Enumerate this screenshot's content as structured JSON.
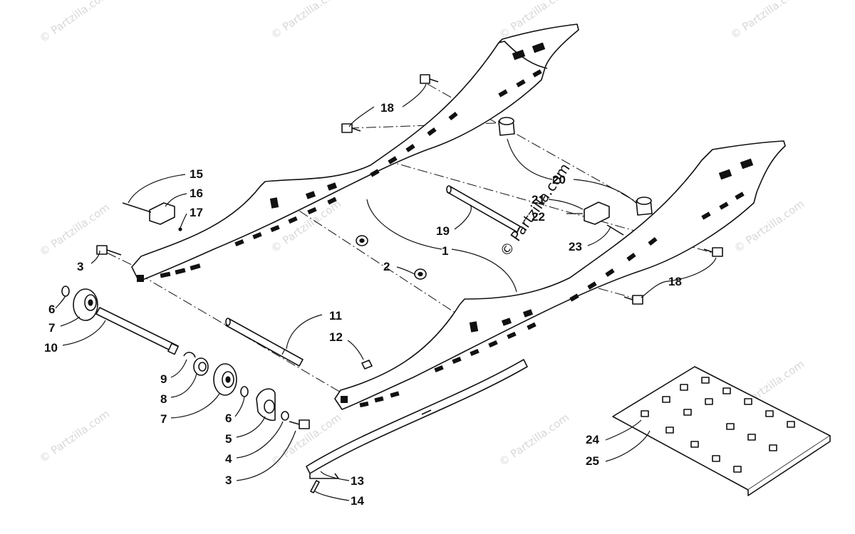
{
  "diagram": {
    "callouts": [
      "18",
      "15",
      "16",
      "17",
      "3",
      "6",
      "7",
      "10",
      "9",
      "8",
      "7",
      "6",
      "5",
      "4",
      "3",
      "11",
      "12",
      "19",
      "1",
      "2",
      "20",
      "21",
      "22",
      "23",
      "18",
      "13",
      "14",
      "24",
      "25"
    ],
    "watermark": "© Partzilla.com",
    "center_watermark": "© Partzilla.com"
  }
}
